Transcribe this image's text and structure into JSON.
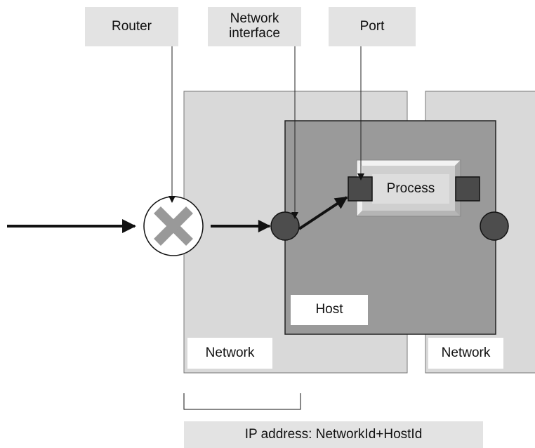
{
  "labels": {
    "router": "Router",
    "network_interface": "Network\ninterface",
    "port": "Port",
    "process": "Process",
    "host": "Host",
    "network_left": "Network",
    "network_right": "Network",
    "ip_address": "IP address: NetworkId+HostId"
  },
  "colors": {
    "label_box": "#e3e3e3",
    "network": "#d9d9d9",
    "host": "#9a9a9a",
    "port": "#4a4a4a",
    "interface": "#4d4d4d",
    "arrow": "#111111"
  }
}
